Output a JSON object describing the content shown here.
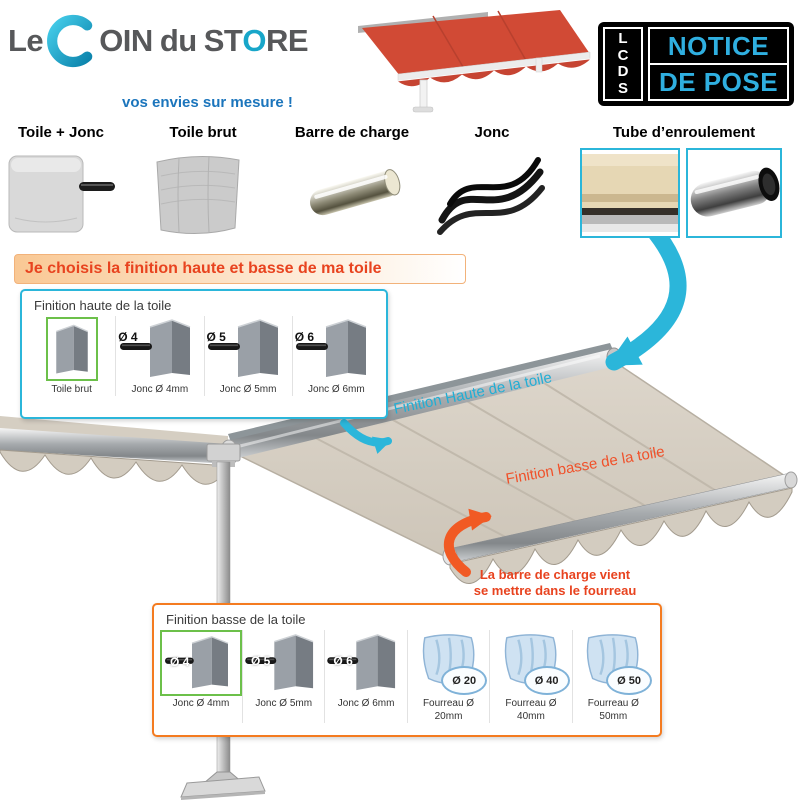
{
  "logo": {
    "word1": "Le",
    "c_rest": "OIN",
    "word2": "du",
    "st": "ST",
    "o": "O",
    "re": "RE",
    "tagline": "vos envies sur mesure !"
  },
  "badge": {
    "letters": [
      "L",
      "C",
      "D",
      "S"
    ],
    "line1": "NOTICE",
    "line2": "DE POSE"
  },
  "products": {
    "toile_jonc": "Toile + Jonc",
    "toile_brut": "Toile brut",
    "barre": "Barre de charge",
    "jonc": "Jonc",
    "tube": "Tube d’enroulement"
  },
  "banner": {
    "text": "Je choisis la finition haute et basse de ma toile"
  },
  "finition_haute": {
    "title": "Finition haute de la toile",
    "items": [
      {
        "label": "Toile brut",
        "diameter": ""
      },
      {
        "label": "Jonc Ø 4mm",
        "diameter": "Ø 4"
      },
      {
        "label": "Jonc Ø 5mm",
        "diameter": "Ø 5"
      },
      {
        "label": "Jonc Ø 6mm",
        "diameter": "Ø 6"
      }
    ]
  },
  "finition_basse": {
    "title": "Finition basse de la toile",
    "items": [
      {
        "label": "Jonc Ø 4mm",
        "label2": "",
        "diameter": "Ø 4"
      },
      {
        "label": "Jonc Ø 5mm",
        "label2": "",
        "diameter": "Ø 5"
      },
      {
        "label": "Jonc Ø 6mm",
        "label2": "",
        "diameter": "Ø 6"
      },
      {
        "label": "Fourreau Ø",
        "label2": "20mm",
        "diameter": "Ø 20"
      },
      {
        "label": "Fourreau Ø",
        "label2": "40mm",
        "diameter": "Ø 40"
      },
      {
        "label": "Fourreau Ø",
        "label2": "50mm",
        "diameter": "Ø 50"
      }
    ]
  },
  "annotations": {
    "haute": "Finition Haute de la toile",
    "basse": "Finition basse de la toile",
    "note1": "La barre de charge vient",
    "note2": "se mettre dans le fourreau"
  },
  "colors": {
    "teal": "#2bb6da",
    "orange_border": "#f47b20",
    "red_text": "#e8431f",
    "green_selected": "#6cc04a",
    "tagline_blue": "#1b75bc",
    "badge_cyan": "#2fafe0",
    "logo_gray": "#57585a"
  }
}
